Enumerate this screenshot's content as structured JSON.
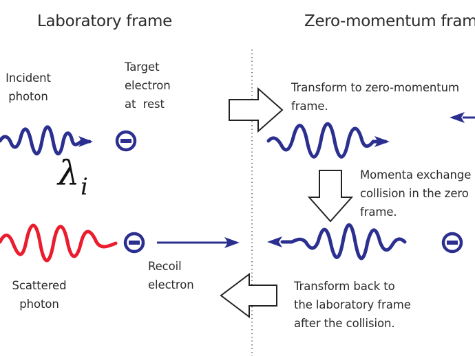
{
  "headers": {
    "laboratory": "Laboratory frame",
    "zero_momentum": "Zero-momentum frame"
  },
  "labels": {
    "incident_photon": "Incident\nphoton",
    "target_electron": "Target\nelectron\nat  rest",
    "wavelength_symbol": "λ",
    "wavelength_subscript": "i",
    "scattered_photon": "Scattered\nphoton",
    "recoil_electron": "Recoil\nelectron",
    "transform_to": "Transform to zero-momentum\nframe.",
    "momenta_exchange": "Momenta exchange in\ncollision in the zero\nframe.",
    "transform_back": "Transform back to\nthe laboratory frame\nafter the collision."
  },
  "colors": {
    "photon_blue": "#2b2f8f",
    "photon_red": "#ea1c2d",
    "electron_blue": "#2b2f8f",
    "text": "#2a2a2a",
    "divider": "#888888"
  },
  "icons": {
    "electron": "minus-in-circle",
    "transform_arrow": "hollow-block-arrow"
  }
}
